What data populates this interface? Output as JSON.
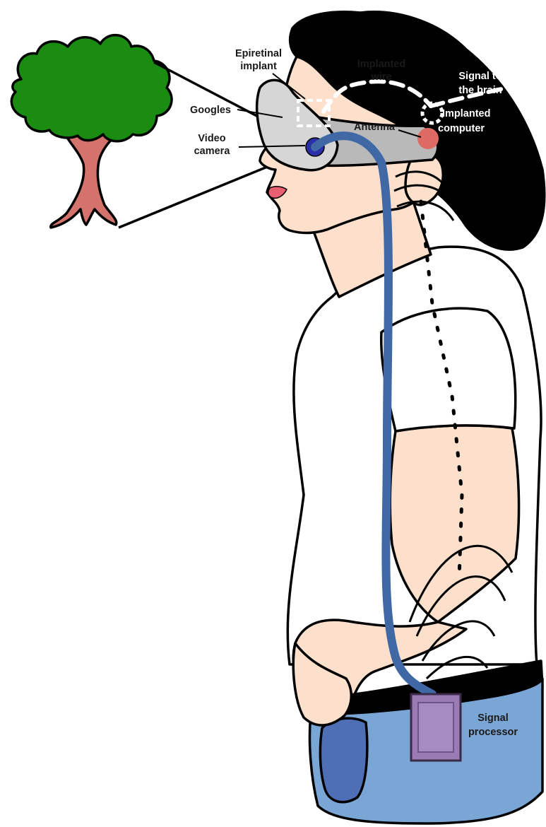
{
  "labels": {
    "epiretinal_implant": [
      "Epiretinal",
      "implant"
    ],
    "implanted_wire": [
      "Implanted",
      "wire"
    ],
    "signal_to_brain": [
      "Signal to",
      "the brain"
    ],
    "googles": "Googles",
    "implanted_computer": [
      "Implanted",
      "computer"
    ],
    "video_camera": [
      "Video",
      "camera"
    ],
    "antenna": "Antenna",
    "signal_processor": [
      "Signal",
      "processor"
    ]
  },
  "colors": {
    "skin": "#fde0cb",
    "hair": "#000000",
    "shirt": "#ffffff",
    "pants": "#7aa6d6",
    "pocket": "#4e6fb5",
    "belt": "#000000",
    "cable": "#3f68a5",
    "processor": "#9a7bb4",
    "goggles": "#cfcfcf",
    "tree_foliage": "#1a8c12",
    "tree_trunk": "#d4736c",
    "camera": "#2a2fa8",
    "computer": "#de6b63",
    "lips": "#e86070"
  }
}
